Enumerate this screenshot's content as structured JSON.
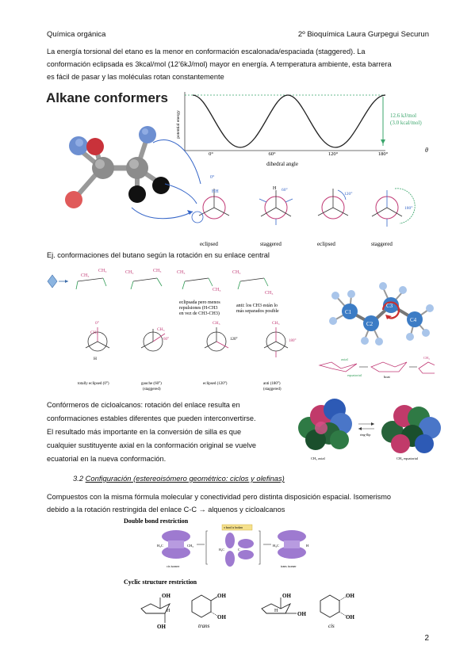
{
  "header": {
    "left": "Química orgánica",
    "right": "2º Bioquímica Laura Gurpegui Securun"
  },
  "intro": {
    "line1": "La energía torsional del etano es la menor en conformación escalonada/espaciada (staggered). La",
    "line2": "conformación eclipsada es 3kcal/mol (12’6kJ/mol) mayor en energía. A temperatura ambiente, esta barrera",
    "line3": "es fácil de pasar y las moléculas rotan constantemente"
  },
  "figure1": {
    "title": "Alkane conformers",
    "y_label": "potential energy",
    "x_label": "dihedral angle",
    "x_ticks": [
      "0°",
      "60°",
      "120°",
      "180°"
    ],
    "theta": "θ",
    "energy_kj": "12.6 kJ/mol",
    "energy_kcal": "(3.0 kcal/mol)",
    "angle_60": "60°",
    "angle_120": "120°",
    "angle_180": "180°",
    "labels": [
      "eclipsed",
      "staggered",
      "eclipsed",
      "staggered"
    ],
    "atom_h": "H",
    "theta_zero": "θ",
    "zero": "0°",
    "hh": "HH"
  },
  "butane_heading": "Ej. conformaciones del butano según la rotación en su enlace central",
  "figure2": {
    "ch3": "CH₃",
    "h": "H",
    "note1_l1": "eclipsada pero menos",
    "note1_l2": "repulsiones (H-CH3",
    "note1_l3": "en vez de CH3-CH3)",
    "note2_l1": "anti: los CH3 están lo",
    "note2_l2": "más separados posible",
    "zero": "0°",
    "deg60": "60°",
    "deg120": "120°",
    "deg180": "180°",
    "newman_labels": [
      [
        "totally eclipsed (0°)",
        ""
      ],
      [
        "gauche (60°)",
        "(staggered)"
      ],
      [
        "eclipsed (120°)",
        ""
      ],
      [
        "anti (180°)",
        "(staggered)"
      ]
    ],
    "atoms": [
      "C1",
      "C2",
      "C3",
      "C4"
    ]
  },
  "cyclo": {
    "line1": "Confórmeros de cicloalcanos: rotación del enlace resulta en",
    "line2": "conformaciones estables diferentes que pueden interconvertirse.",
    "line3": "El resultado más importante en la conversión de silla es que",
    "line4": "cualquier sustituyente axial en la conformación original se vuelve",
    "line5": "ecuatorial en la nueva conformación.",
    "axial": "axial",
    "equatorial": "equatorial",
    "boat": "boat",
    "ring_flip": "ring-flip",
    "ch3_axial": "CH₃ axial",
    "ch3_equatorial": "CH₃ equatorial",
    "ch3": "CH₃"
  },
  "section": {
    "number": "3.2",
    "title": "Configuración (estereoisómero geométrico: ciclos y olefinas)"
  },
  "config": {
    "line1": "Compuestos con la misma fórmula molecular y conectividad pero distinta disposición espacial. Isomerismo",
    "line2": "debido a la rotación restringida del enlace C-C → alquenos y cicloalcanos"
  },
  "figure3": {
    "title1": "Double bond restriction",
    "title2": "Cyclic structure restriction",
    "cis_label": "cis isomer",
    "trans_label": "trans isomer",
    "pi_note": "π bond is broken",
    "h3c": "H₃C",
    "ch3": "CH₃",
    "h": "H",
    "c": "C",
    "oh": "OH",
    "trans": "trans",
    "cis": "cis"
  },
  "footer": {
    "page": "2"
  }
}
